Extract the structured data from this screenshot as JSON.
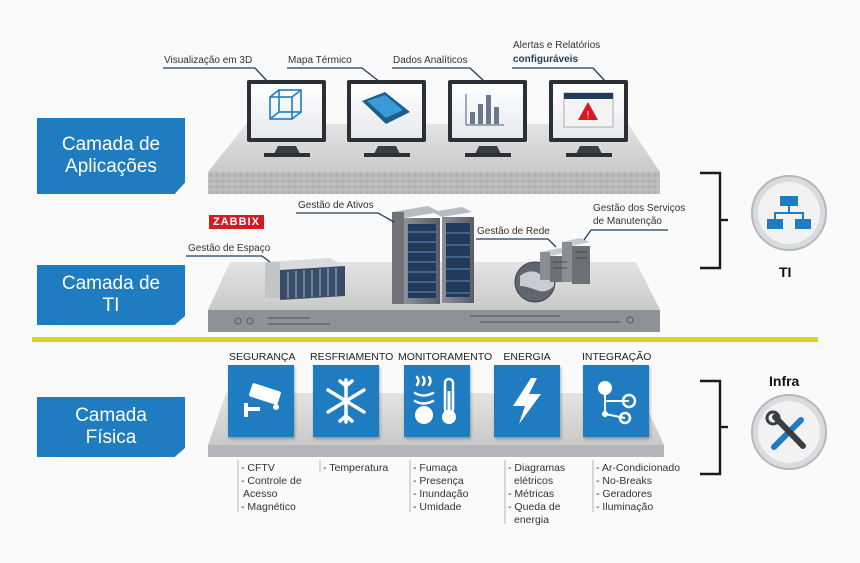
{
  "layers": {
    "applications": "Camada de Aplicações",
    "it": "Camada de TI",
    "physical": "Camada Física"
  },
  "applications": {
    "items": [
      {
        "label": "Visualização em 3D"
      },
      {
        "label": "Mapa Térmico"
      },
      {
        "label": "Dados Analíticos"
      },
      {
        "label": "Alertas e Relatórios",
        "label2": "configuráveis"
      }
    ]
  },
  "it": {
    "zabbix": "ZABBIX",
    "space": "Gestão de Espaço",
    "assets": "Gestão de Ativos",
    "network": "Gestão de Rede",
    "services_line1": "Gestão dos Serviços",
    "services_line2": "de Manutenção"
  },
  "side": {
    "ti": "TI",
    "infra": "Infra"
  },
  "categories": [
    {
      "title": "SEGURANÇA",
      "icon": "cctv-camera-icon",
      "items": [
        "- CFTV",
        "- Controle de",
        "Acesso",
        "- Magnético"
      ]
    },
    {
      "title": "RESFRIAMENTO",
      "icon": "snowflake-icon",
      "items": [
        "- Temperatura"
      ]
    },
    {
      "title": "MONITORAMENTO",
      "icon": "thermometer-icon",
      "items": [
        "- Fumaça",
        "- Presença",
        "- Inundação",
        "- Umidade"
      ]
    },
    {
      "title": "ENERGIA",
      "icon": "lightning-icon",
      "items": [
        "- Diagramas",
        "elétricos",
        "- Métricas",
        "- Queda de",
        "energia"
      ]
    },
    {
      "title": "INTEGRAÇÃO",
      "icon": "integration-nodes-icon",
      "items": [
        "- Ar-Condicionado",
        "- No-Breaks",
        "- Geradores",
        "- Iluminação"
      ]
    }
  ],
  "colors": {
    "accent": "#1f7cc0",
    "divider": "#d6d61c",
    "zabbix": "#d71920"
  }
}
